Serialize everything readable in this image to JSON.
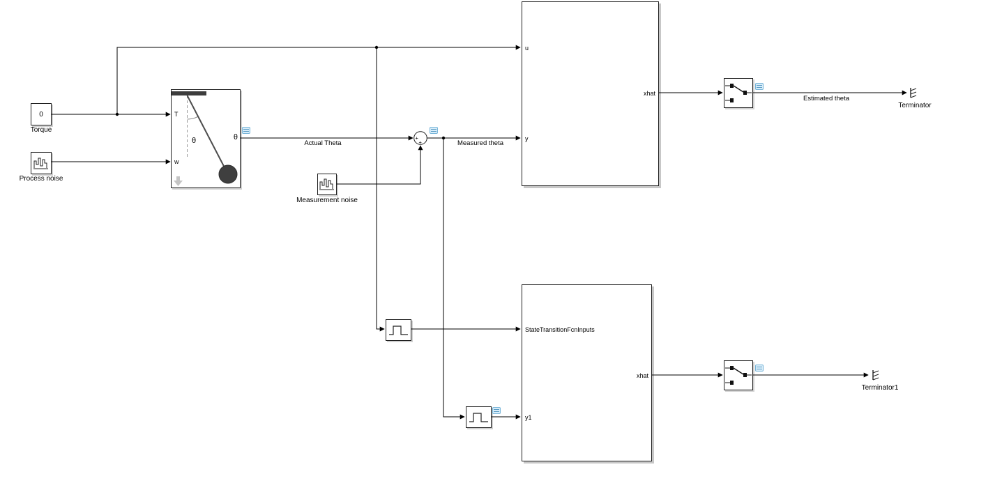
{
  "window": {
    "background": "#ffffff",
    "wire_color": "#000000",
    "badge_color": "#d9edf9"
  },
  "blocks": {
    "torque": {
      "value": "0",
      "name": "Torque"
    },
    "process_noise": {
      "name": "Process noise"
    },
    "pendulum": {
      "port_t": "T",
      "port_w": "w",
      "port_theta": "θ",
      "angle_label": "θ"
    },
    "measurement_noise": {
      "name": "Measurement noise"
    },
    "sum": {
      "sign_left": "+",
      "sign_bottom": "+"
    },
    "ekf_upper": {
      "port_u": "u",
      "port_y": "y",
      "port_xhat": "xhat"
    },
    "ekf_lower": {
      "port_inputs": "StateTransitionFcnInputs",
      "port_y1": "y1",
      "port_xhat": "xhat"
    },
    "terminator_upper": {
      "name": "Terminator"
    },
    "terminator_lower": {
      "name": "Terminator1"
    }
  },
  "signal_labels": {
    "actual_theta": "Actual Theta",
    "measured_theta": "Measured theta",
    "estimated_theta": "Estimated theta"
  }
}
